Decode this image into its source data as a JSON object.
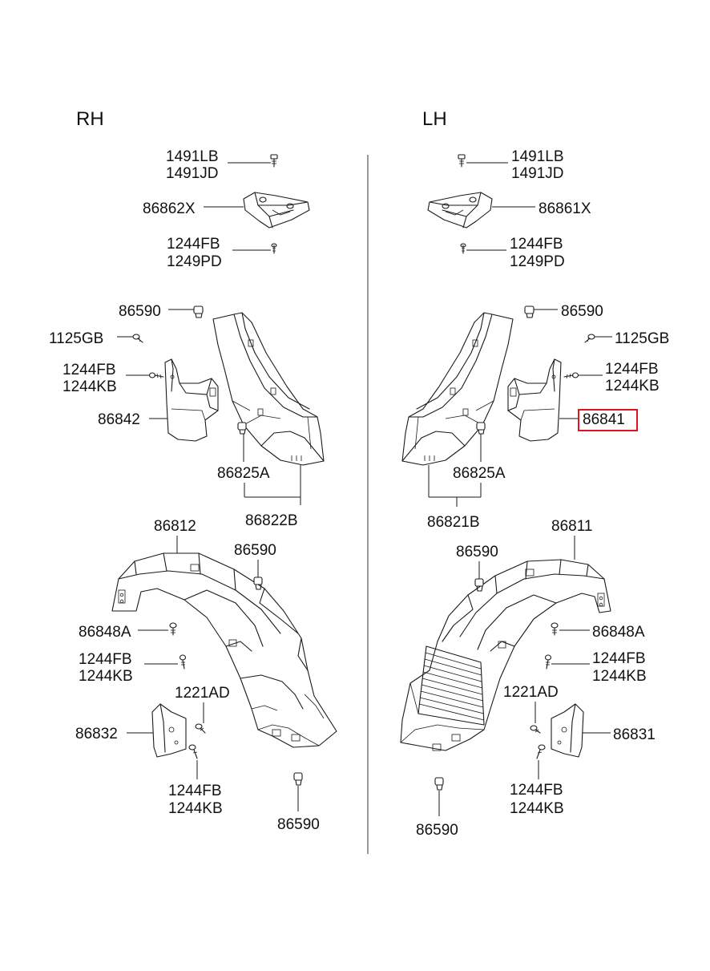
{
  "sides": {
    "rh": "RH",
    "lh": "LH"
  },
  "rh": {
    "bolt_top_1": "1491LB",
    "bolt_top_2": "1491JD",
    "bracket": "86862X",
    "screw_1": "1244FB",
    "screw_2": "1249PD",
    "clip_upper": "86590",
    "screw_1125": "1125GB",
    "mud_screw_1": "1244FB",
    "mud_screw_2": "1244KB",
    "mud_guard": "86842",
    "retainer": "86825A",
    "guard_assy": "86822B",
    "liner": "86812",
    "liner_clip": "86590",
    "liner_bolt": "86848A",
    "liner_screw_1": "1244FB",
    "liner_screw_2": "1244KB",
    "liner_bolt_2": "1221AD",
    "plate": "86832",
    "bottom_screw_1": "1244FB",
    "bottom_screw_2": "1244KB",
    "bottom_clip": "86590"
  },
  "lh": {
    "bolt_top_1": "1491LB",
    "bolt_top_2": "1491JD",
    "bracket": "86861X",
    "screw_1": "1244FB",
    "screw_2": "1249PD",
    "clip_upper": "86590",
    "screw_1125": "1125GB",
    "mud_screw_1": "1244FB",
    "mud_screw_2": "1244KB",
    "mud_guard": "86841",
    "retainer": "86825A",
    "guard_assy": "86821B",
    "liner": "86811",
    "liner_clip": "86590",
    "liner_bolt": "86848A",
    "liner_screw_1": "1244FB",
    "liner_screw_2": "1244KB",
    "liner_bolt_2": "1221AD",
    "plate": "86831",
    "bottom_screw_1": "1244FB",
    "bottom_screw_2": "1244KB",
    "bottom_clip": "86590"
  },
  "highlight": {
    "part": "86841",
    "color": "#e0141e"
  }
}
